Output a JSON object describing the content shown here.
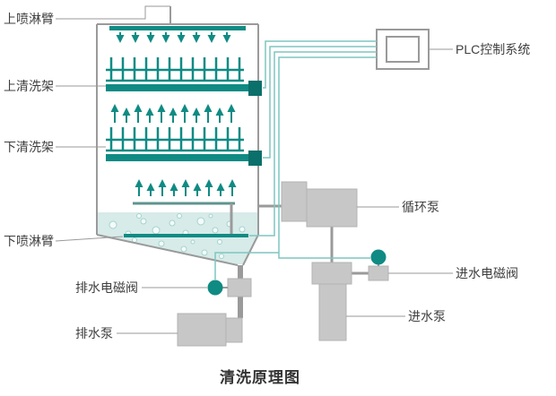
{
  "title": "清洗原理图",
  "labels": {
    "upper_spray_arm": "上喷淋臂",
    "upper_rack": "上清洗架",
    "lower_rack": "下清洗架",
    "lower_spray_arm": "下喷淋臂",
    "drain_valve": "排水电磁阀",
    "drain_pump": "排水泵",
    "plc": "PLC控制系统",
    "circulation_pump": "循环泵",
    "inlet_valve": "进水电磁阀",
    "inlet_pump": "进水泵"
  },
  "colors": {
    "teal": "#0f8b84",
    "teal_dark": "#0b6f6a",
    "wire_teal": "#7ec6c0",
    "line_gray": "#9a9a9a",
    "pump_gray": "#c7c7c7",
    "water": "#d7ebe9",
    "text": "#3f3f3f"
  }
}
